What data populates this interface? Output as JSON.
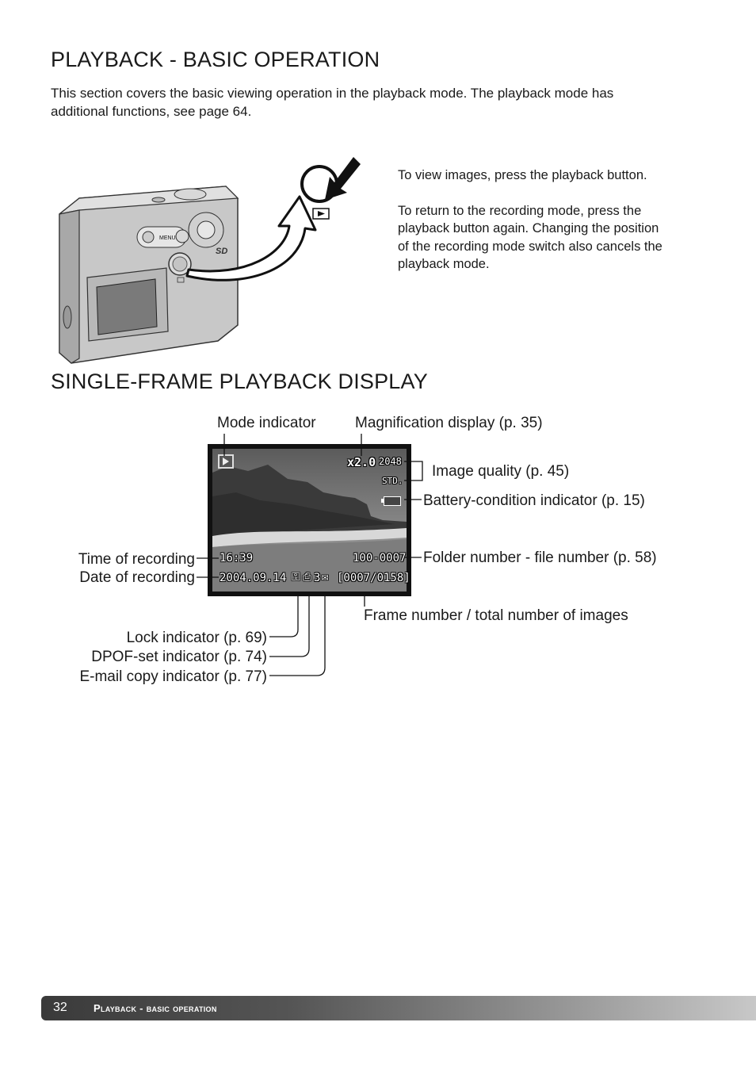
{
  "page": {
    "title": "PLAYBACK - BASIC OPERATION",
    "intro": "This section covers the basic viewing operation in the playback mode. The playback mode has",
    "intro2": "additional functions, see page 64.",
    "step1": "To view images, press the playback button.",
    "step2_lines": [
      "To return to the recording mode, press the",
      "playback button again. Changing the position",
      "of the recording mode switch also cancels the",
      "playback mode."
    ],
    "camera_menu_label": "MENU",
    "section2_title": "SINGLE-FRAME PLAYBACK DISPLAY"
  },
  "display": {
    "magnification": "x2.0",
    "resolution": "2048",
    "quality": "STD.",
    "time": "16:39",
    "folder_file": "100-0007",
    "date": "2004.09.14",
    "dpof_count": "3",
    "frame_counter": "[0007/0158]"
  },
  "callouts": {
    "mode_indicator": "Mode indicator",
    "magnification": "Magnification display (p. 35)",
    "image_quality": "Image quality (p. 45)",
    "battery": "Battery-condition indicator (p. 15)",
    "folder_file": "Folder number - file number (p. 58)",
    "time": "Time of recording",
    "date": "Date of recording",
    "frame_number": "Frame number / total number of images",
    "lock": "Lock indicator (p. 69)",
    "dpof": "DPOF-set indicator (p. 74)",
    "email": "E-mail copy indicator (p. 77)"
  },
  "footer": {
    "page_number": "32",
    "section": "Playback - basic operation"
  },
  "icons": [
    "playback-icon",
    "lock-icon",
    "printer-icon",
    "envelope-icon",
    "battery-icon",
    "arrow-icon"
  ]
}
